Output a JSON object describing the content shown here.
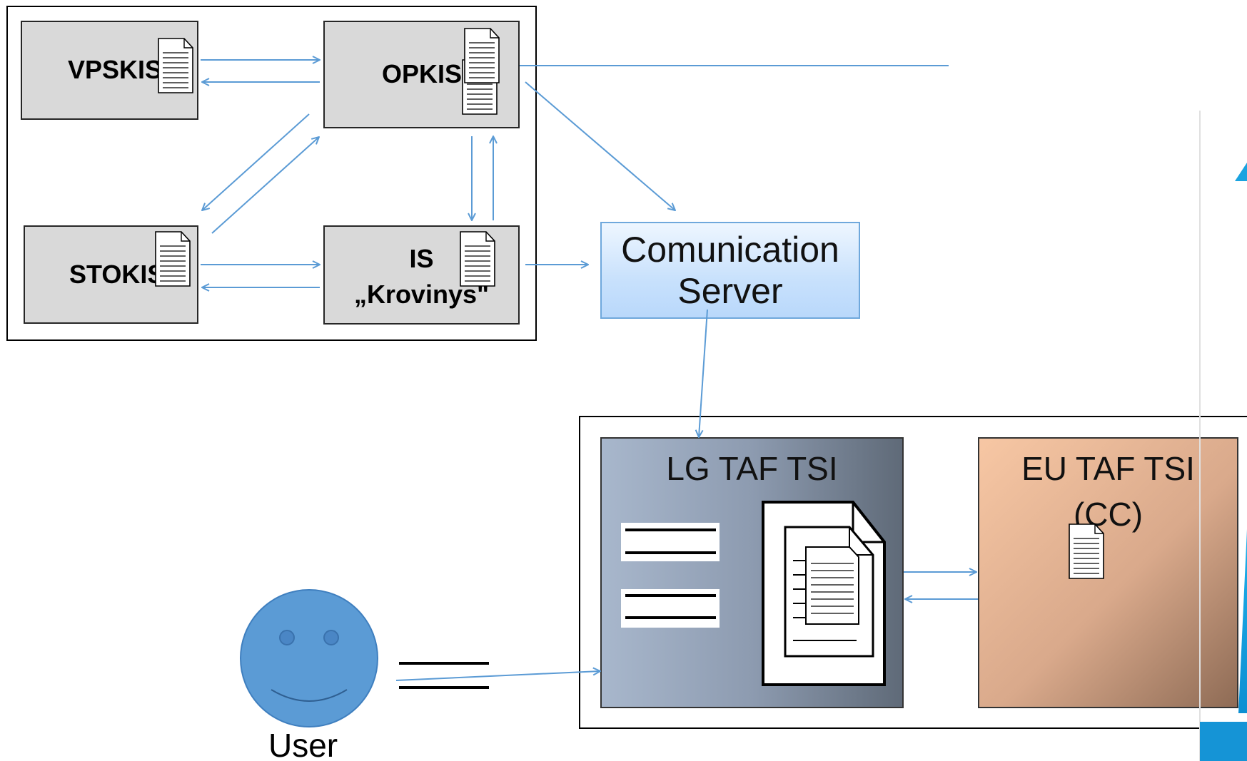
{
  "systems": {
    "vpskis": "VPSKIS",
    "opkis": "OPKIS",
    "stokis": "STOKIS",
    "is_line1": "IS",
    "is_line2": "„Krovinys\""
  },
  "comm_server": {
    "line1": "Comunication",
    "line2": "Server"
  },
  "lg_taf": {
    "title": "LG TAF TSI"
  },
  "eu_taf": {
    "line1": "EU TAF TSI",
    "line2": "(CC)"
  },
  "user": {
    "label": "User"
  },
  "colors": {
    "arrow": "#5b9bd5",
    "system_box": "#d9d9d9",
    "user_face": "#5b9bd5",
    "right_accent": "#1aa3e0"
  },
  "icons": [
    "document-icon",
    "document-stack-icon",
    "message-lines-icon",
    "smiley-user-icon"
  ]
}
